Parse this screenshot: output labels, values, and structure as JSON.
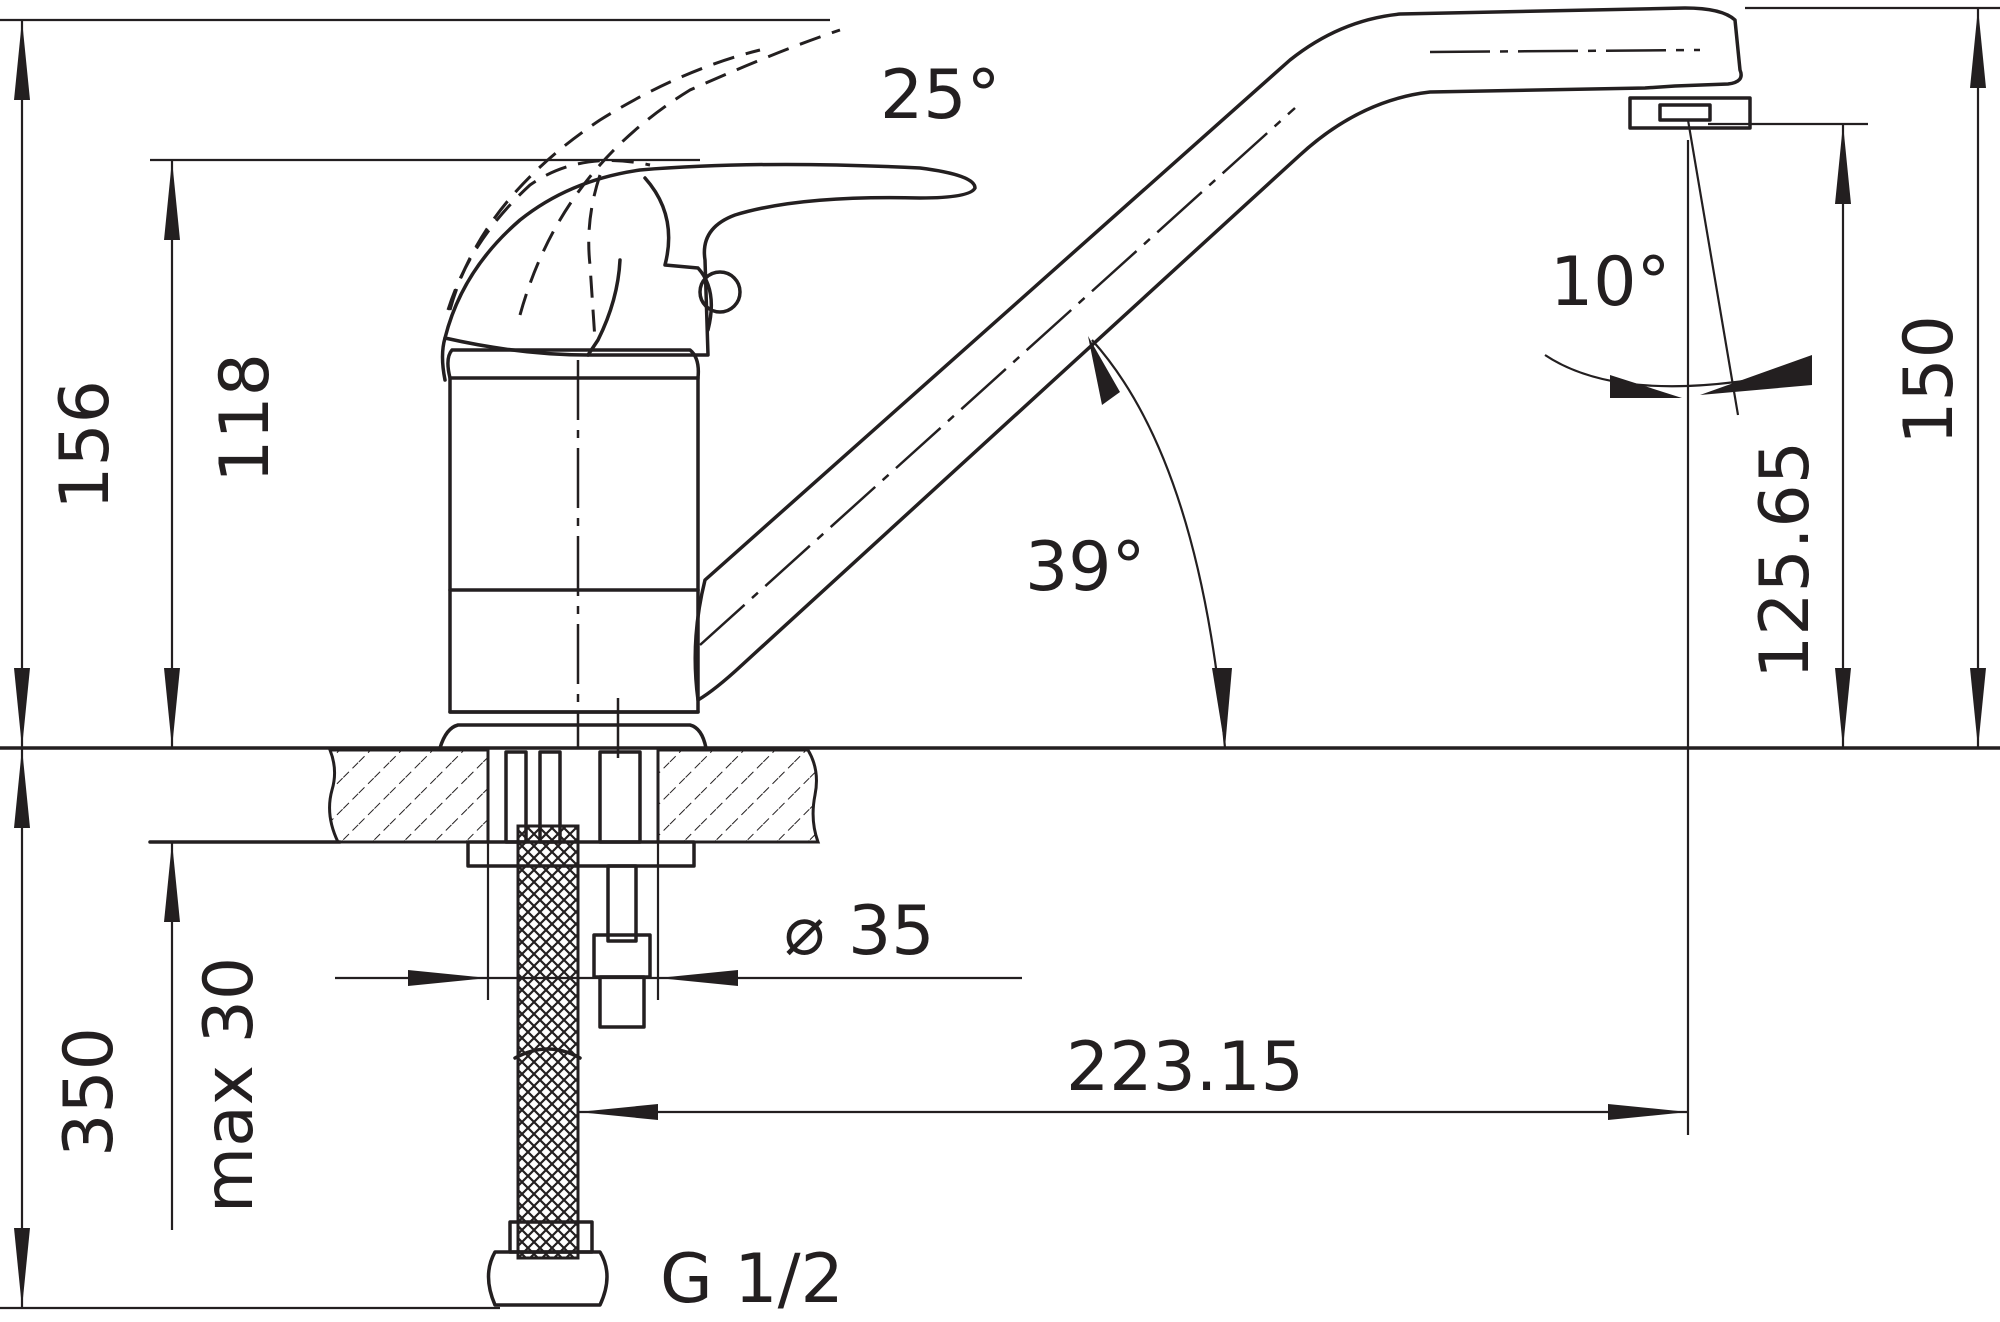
{
  "drawing": {
    "dimensions": {
      "total_height": "156",
      "lever_height": "118",
      "spout_outlet_height": "150",
      "spout_drip_height": "125.65",
      "below_counter": "350",
      "counter_thickness": "max 30",
      "hole_diameter_symbol": "⌀",
      "hole_diameter": "35",
      "spout_reach": "223.15"
    },
    "angles": {
      "lever_tilt": "25°",
      "spout_angle": "39°",
      "outlet_angle": "10°"
    },
    "connection": "G 1/2"
  }
}
